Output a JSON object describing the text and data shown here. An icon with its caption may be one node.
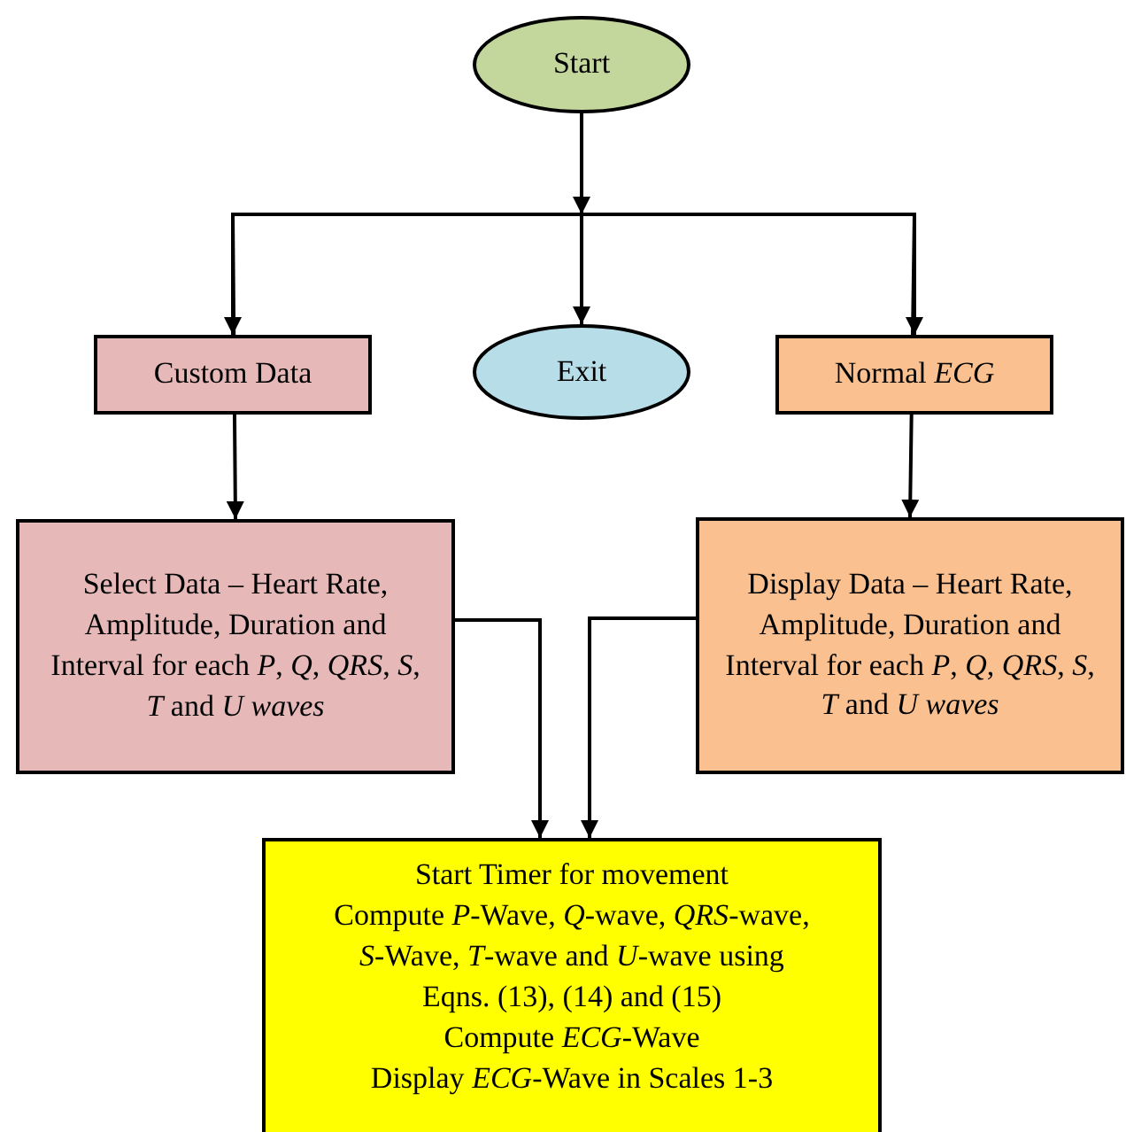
{
  "diagram": {
    "nodes": [
      {
        "text": [
          "Start"
        ]
      },
      {
        "text": [
          "Custom Data"
        ]
      },
      {
        "text": [
          "Exit"
        ]
      },
      {
        "text": [
          "Normal *ECG*"
        ]
      },
      {
        "text": [
          "Select Data – Heart Rate, Amplitude, Duration and Interval for each *P*, *Q*, *QRS*, *S*, *T* and *U waves*"
        ]
      },
      {
        "text": [
          "Display Data – Heart Rate, Amplitude, Duration and Interval for each *P*, *Q*, *QRS*, *S*, *T* and *U waves*"
        ]
      },
      {
        "text": [
          "Start Timer for movement",
          "Compute *P*-Wave, *Q*-wave, *QRS*-wave, *S*-Wave, *T*-wave and *U*-wave using Eqns. (13), (14) and (15)",
          "Compute *ECG*-Wave",
          "Display *ECG*-Wave in Scales 1-3"
        ]
      }
    ],
    "edges": [
      {
        "from": 0,
        "to": 1,
        "arrow": "to"
      },
      {
        "from": 0,
        "to": 2,
        "arrow": "to"
      },
      {
        "from": 0,
        "to": 3,
        "arrow": "to"
      },
      {
        "from": 1,
        "to": 4,
        "arrow": "to"
      },
      {
        "from": 3,
        "to": 5,
        "arrow": "to"
      },
      {
        "from": 4,
        "to": 6,
        "arrow": "to"
      },
      {
        "from": 5,
        "to": 6,
        "arrow": "to"
      }
    ]
  }
}
